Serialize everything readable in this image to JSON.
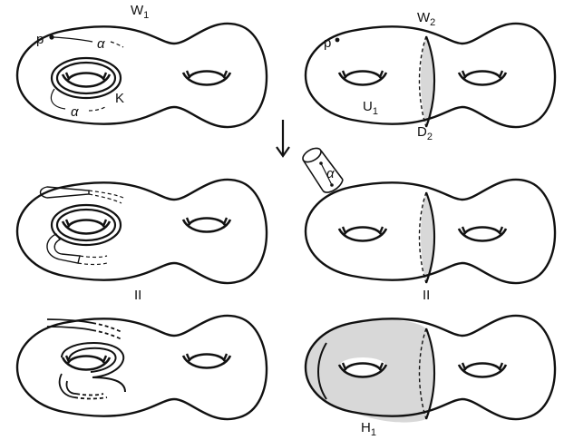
{
  "labels": {
    "w": "W",
    "w1_sub": "1",
    "w2_sub": "2",
    "p": "p",
    "alpha": "α",
    "k": "K",
    "u": "U",
    "u1_sub": "1",
    "d": "D",
    "d2_sub": "2",
    "h": "H",
    "h1_sub": "1",
    "equals": "II"
  },
  "colors": {
    "line": "#111111",
    "fill": "#d8d8d8"
  }
}
